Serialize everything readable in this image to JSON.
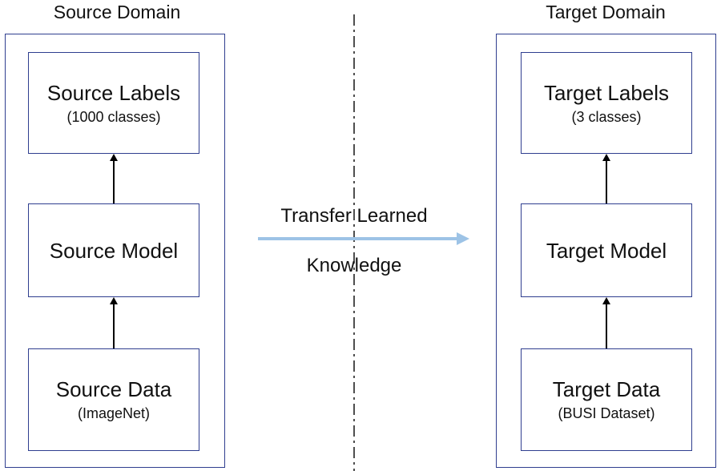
{
  "source": {
    "title": "Source Domain",
    "labels": {
      "title": "Source Labels",
      "sub": "(1000 classes)"
    },
    "model": {
      "title": "Source Model"
    },
    "data": {
      "title": "Source Data",
      "sub": "(ImageNet)"
    }
  },
  "target": {
    "title": "Target Domain",
    "labels": {
      "title": "Target Labels",
      "sub": "(3 classes)"
    },
    "model": {
      "title": "Target Model"
    },
    "data": {
      "title": "Target Data",
      "sub": "(BUSI Dataset)"
    }
  },
  "transfer": {
    "line1": "Transfer Learned",
    "line2": "Knowledge"
  },
  "colors": {
    "frame": "#2f3e8f",
    "transfer_arrow": "#9dc3e6",
    "divider": "#222222"
  }
}
